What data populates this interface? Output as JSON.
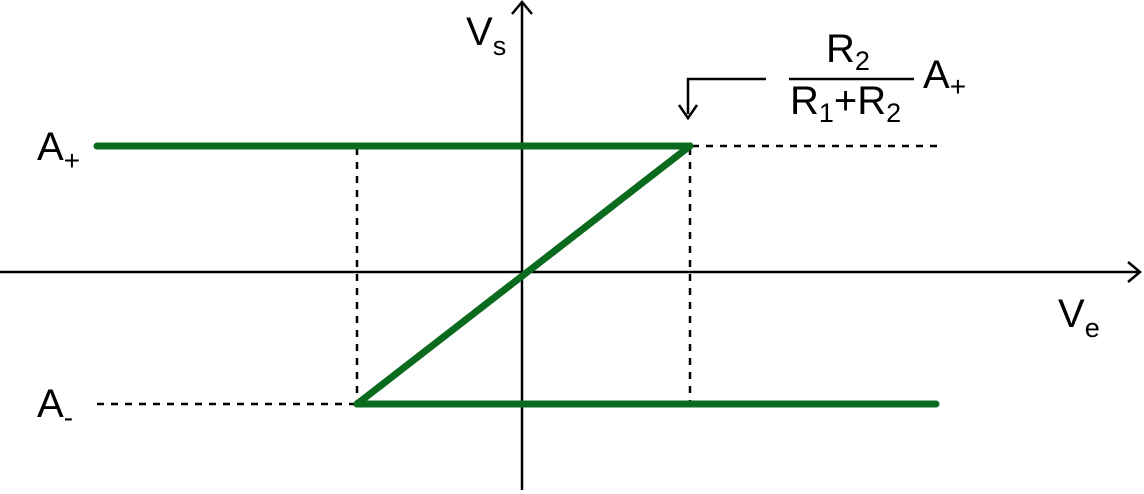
{
  "diagram": {
    "colors": {
      "curve": "#0a6b1e",
      "axis": "#000000",
      "guide": "#000000"
    },
    "axis_labels": {
      "y": {
        "main": "V",
        "sub": "s"
      },
      "x": {
        "main": "V",
        "sub": "e"
      }
    },
    "levels": {
      "high": {
        "main": "A",
        "sub": "+"
      },
      "low": {
        "main": "A",
        "sub": "-"
      }
    },
    "threshold_formula": {
      "numerator": {
        "main": "R",
        "sub": "2"
      },
      "denominator": {
        "r1_main": "R",
        "r1_sub": "1",
        "plus": "+",
        "r2_main": "R",
        "r2_sub": "2"
      },
      "factor": {
        "main": "A",
        "sub": "+"
      }
    }
  }
}
